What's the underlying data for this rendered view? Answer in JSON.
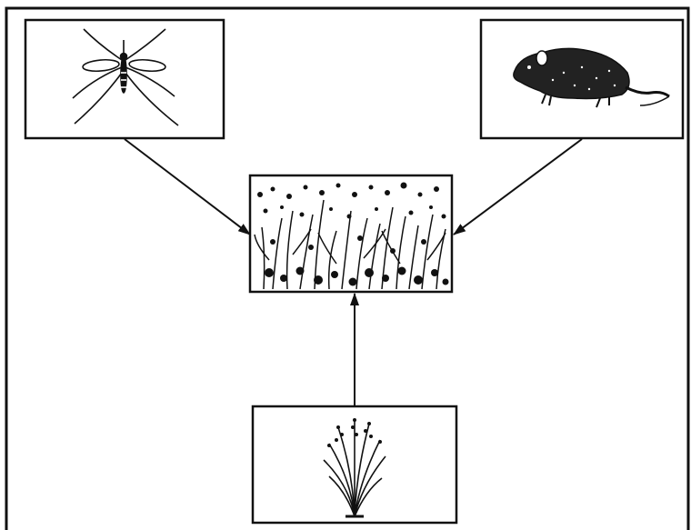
{
  "diagram": {
    "nodes": [
      {
        "id": "mosquito",
        "icon": "mosquito-icon"
      },
      {
        "id": "rat",
        "icon": "rat-icon"
      },
      {
        "id": "weeds",
        "icon": "weed-vegetation-icon"
      },
      {
        "id": "rice-plant",
        "icon": "rice-plant-icon"
      }
    ],
    "edges": [
      {
        "from": "mosquito",
        "to": "weeds"
      },
      {
        "from": "rat",
        "to": "weeds"
      },
      {
        "from": "rice-plant",
        "to": "weeds"
      }
    ],
    "colors": {
      "ink": "#111111",
      "background": "#ffffff"
    }
  }
}
